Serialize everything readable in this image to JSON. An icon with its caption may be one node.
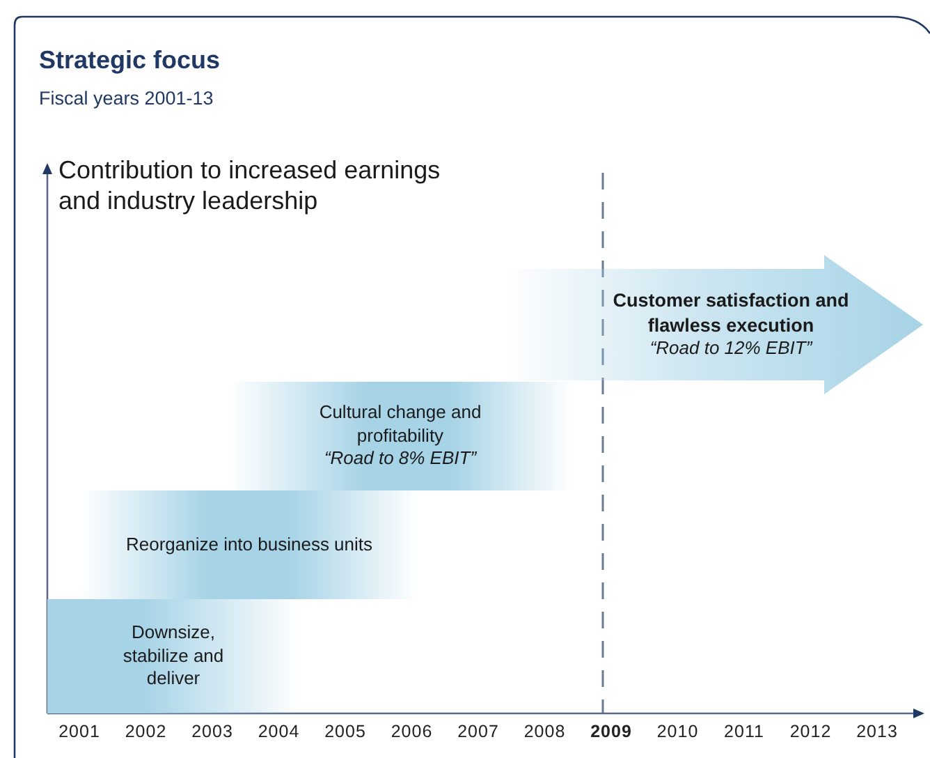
{
  "diagram": {
    "title": "Strategic focus",
    "caption": "Fiscal years 2001-13",
    "nodes": [
      {
        "text": [
          "Downsize, stabilize and deliver"
        ]
      },
      {
        "text": [
          "Reorganize into business units"
        ]
      },
      {
        "text": [
          "Cultural change and profitability",
          "“Road to 8% EBIT”"
        ]
      },
      {
        "text": [
          "Customer satisfaction and flawless execution",
          "“Road to 12% EBIT”"
        ]
      }
    ],
    "labels": [
      "Contribution to increased earnings and industry leadership",
      "2001",
      "2002",
      "2003",
      "2004",
      "2005",
      "2006",
      "2007",
      "2008",
      "2009",
      "2010",
      "2011",
      "2012",
      "2013"
    ]
  }
}
